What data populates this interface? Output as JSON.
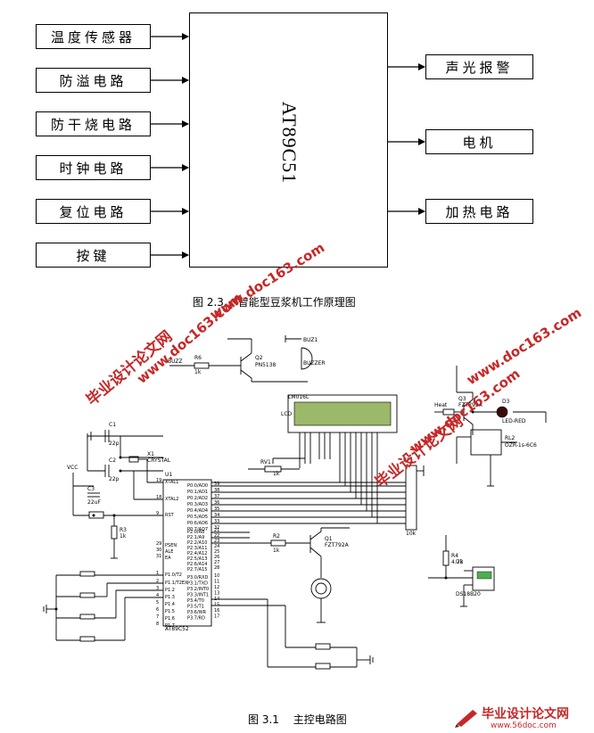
{
  "block_diagram": {
    "mcu_label": "AT89C51",
    "inputs": [
      "温度传感器",
      "防溢电路",
      "防干烧电路",
      "时钟电路",
      "复位电路",
      "按键"
    ],
    "outputs": [
      "声光报警",
      "电机",
      "加热电路"
    ],
    "caption": "图 2.3　 智能型豆浆机工作原理图"
  },
  "schematic": {
    "caption": "图 3.1　 主控电路图",
    "components": {
      "mcu": {
        "ref": "U1",
        "part": "AT89C52"
      },
      "crystal": {
        "ref": "X1",
        "part": "CRYSTAL"
      },
      "lcd": {
        "ref": "LCD",
        "part": "LM016L"
      },
      "buzzer": {
        "ref": "BUZ1",
        "part": "BUZZER"
      },
      "relay": {
        "ref": "RL2",
        "part": "OZR-1s-6C6"
      },
      "led": {
        "ref": "D3",
        "part": "LED-RED"
      },
      "q1": {
        "ref": "Q1",
        "part": "FZT792A"
      },
      "q2": {
        "ref": "Q2",
        "part": "PN5138"
      },
      "q3": {
        "ref": "Q3",
        "part": "FZT792A"
      },
      "rp1": {
        "ref": "RP1",
        "part": "10k"
      },
      "rv1": {
        "ref": "RV1",
        "part": "1k"
      },
      "sensor": {
        "ref": "U3",
        "part": "DS18B20"
      },
      "r3": {
        "ref": "R3",
        "part": "1k"
      },
      "r2": {
        "ref": "R2",
        "part": "1k"
      },
      "r4": {
        "ref": "R4",
        "part": "4.7k"
      },
      "r6": {
        "ref": "R6",
        "part": "1k"
      },
      "c1": {
        "ref": "C1",
        "part": "22p"
      },
      "c2": {
        "ref": "C2",
        "part": "22p"
      },
      "c3": {
        "ref": "C3",
        "part": "22uF"
      },
      "vcc": "VCC",
      "buzz_net": "BUZZ",
      "heat_net": "Heat"
    },
    "mcu_left_pins": [
      {
        "num": "19",
        "name": "XTAL1"
      },
      {
        "num": "18",
        "name": "XTAL2"
      },
      {
        "num": "9",
        "name": "RST"
      },
      {
        "num": "29",
        "name": "PSEN"
      },
      {
        "num": "30",
        "name": "ALE"
      },
      {
        "num": "31",
        "name": "EA"
      },
      {
        "num": "1",
        "name": "P1.0/T2"
      },
      {
        "num": "2",
        "name": "P1.1/T2EX"
      },
      {
        "num": "3",
        "name": "P1.2"
      },
      {
        "num": "4",
        "name": "P1.3"
      },
      {
        "num": "5",
        "name": "P1.4"
      },
      {
        "num": "6",
        "name": "P1.5"
      },
      {
        "num": "7",
        "name": "P1.6"
      },
      {
        "num": "8",
        "name": "P1.7"
      }
    ],
    "mcu_right_pins": [
      {
        "num": "39",
        "name": "P0.0/AD0"
      },
      {
        "num": "38",
        "name": "P0.1/AD1"
      },
      {
        "num": "37",
        "name": "P0.2/AD2"
      },
      {
        "num": "36",
        "name": "P0.3/AD3"
      },
      {
        "num": "35",
        "name": "P0.4/AD4"
      },
      {
        "num": "34",
        "name": "P0.5/AD5"
      },
      {
        "num": "33",
        "name": "P0.6/AD6"
      },
      {
        "num": "32",
        "name": "P0.7/AD7"
      },
      {
        "num": "21",
        "name": "P2.0/A8"
      },
      {
        "num": "22",
        "name": "P2.1/A9"
      },
      {
        "num": "23",
        "name": "P2.2/A10"
      },
      {
        "num": "24",
        "name": "P2.3/A11"
      },
      {
        "num": "25",
        "name": "P2.4/A12"
      },
      {
        "num": "26",
        "name": "P2.5/A13"
      },
      {
        "num": "27",
        "name": "P2.6/A14"
      },
      {
        "num": "28",
        "name": "P2.7/A15"
      },
      {
        "num": "10",
        "name": "P3.0/RXD"
      },
      {
        "num": "11",
        "name": "P3.1/TXD"
      },
      {
        "num": "12",
        "name": "P3.2/INT0"
      },
      {
        "num": "13",
        "name": "P3.3/INT1"
      },
      {
        "num": "14",
        "name": "P3.4/T0"
      },
      {
        "num": "15",
        "name": "P3.5/T1"
      },
      {
        "num": "16",
        "name": "P3.6/WR"
      },
      {
        "num": "17",
        "name": "P3.7/RD"
      }
    ]
  },
  "watermarks": {
    "domain": "www.doc163.com",
    "brand": "毕业设计论文网",
    "logo_text": "毕业设计论文网",
    "logo_url": "www.56doc.com"
  },
  "colors": {
    "watermark": "#c62828",
    "lcd_screen": "#9cb86a",
    "line": "#000000"
  }
}
